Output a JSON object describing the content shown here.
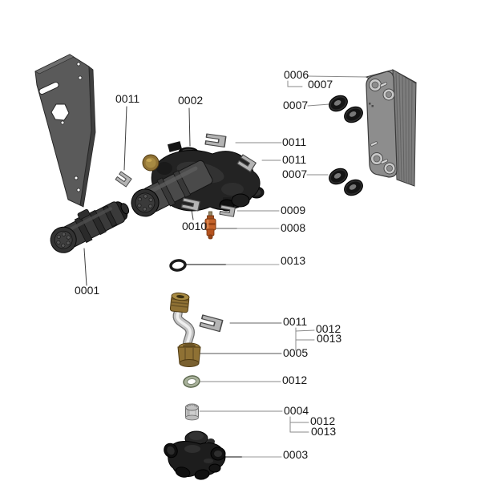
{
  "colors": {
    "background": "#ffffff",
    "label_text": "#161616",
    "leader_line": "#8a8a8a",
    "part_dark": "#232323",
    "bracket_gray": "#5a5a5a",
    "exchanger_gray": "#8d8d8d",
    "clip_gray": "#b4b4b4",
    "brass": "#8f7134",
    "sensor_orange": "#c4622a",
    "washer_green": "#a9b29b",
    "grommet_black": "#141414"
  },
  "diagram": {
    "labels": [
      "0011",
      "0002",
      "0006",
      "0007",
      "0007",
      "0011",
      "0011",
      "0007",
      "0009",
      "0010",
      "0008",
      "0013",
      "0001",
      "0011",
      "0012",
      "0013",
      "0005",
      "0012",
      "0004",
      "0012",
      "0013",
      "0003"
    ]
  }
}
